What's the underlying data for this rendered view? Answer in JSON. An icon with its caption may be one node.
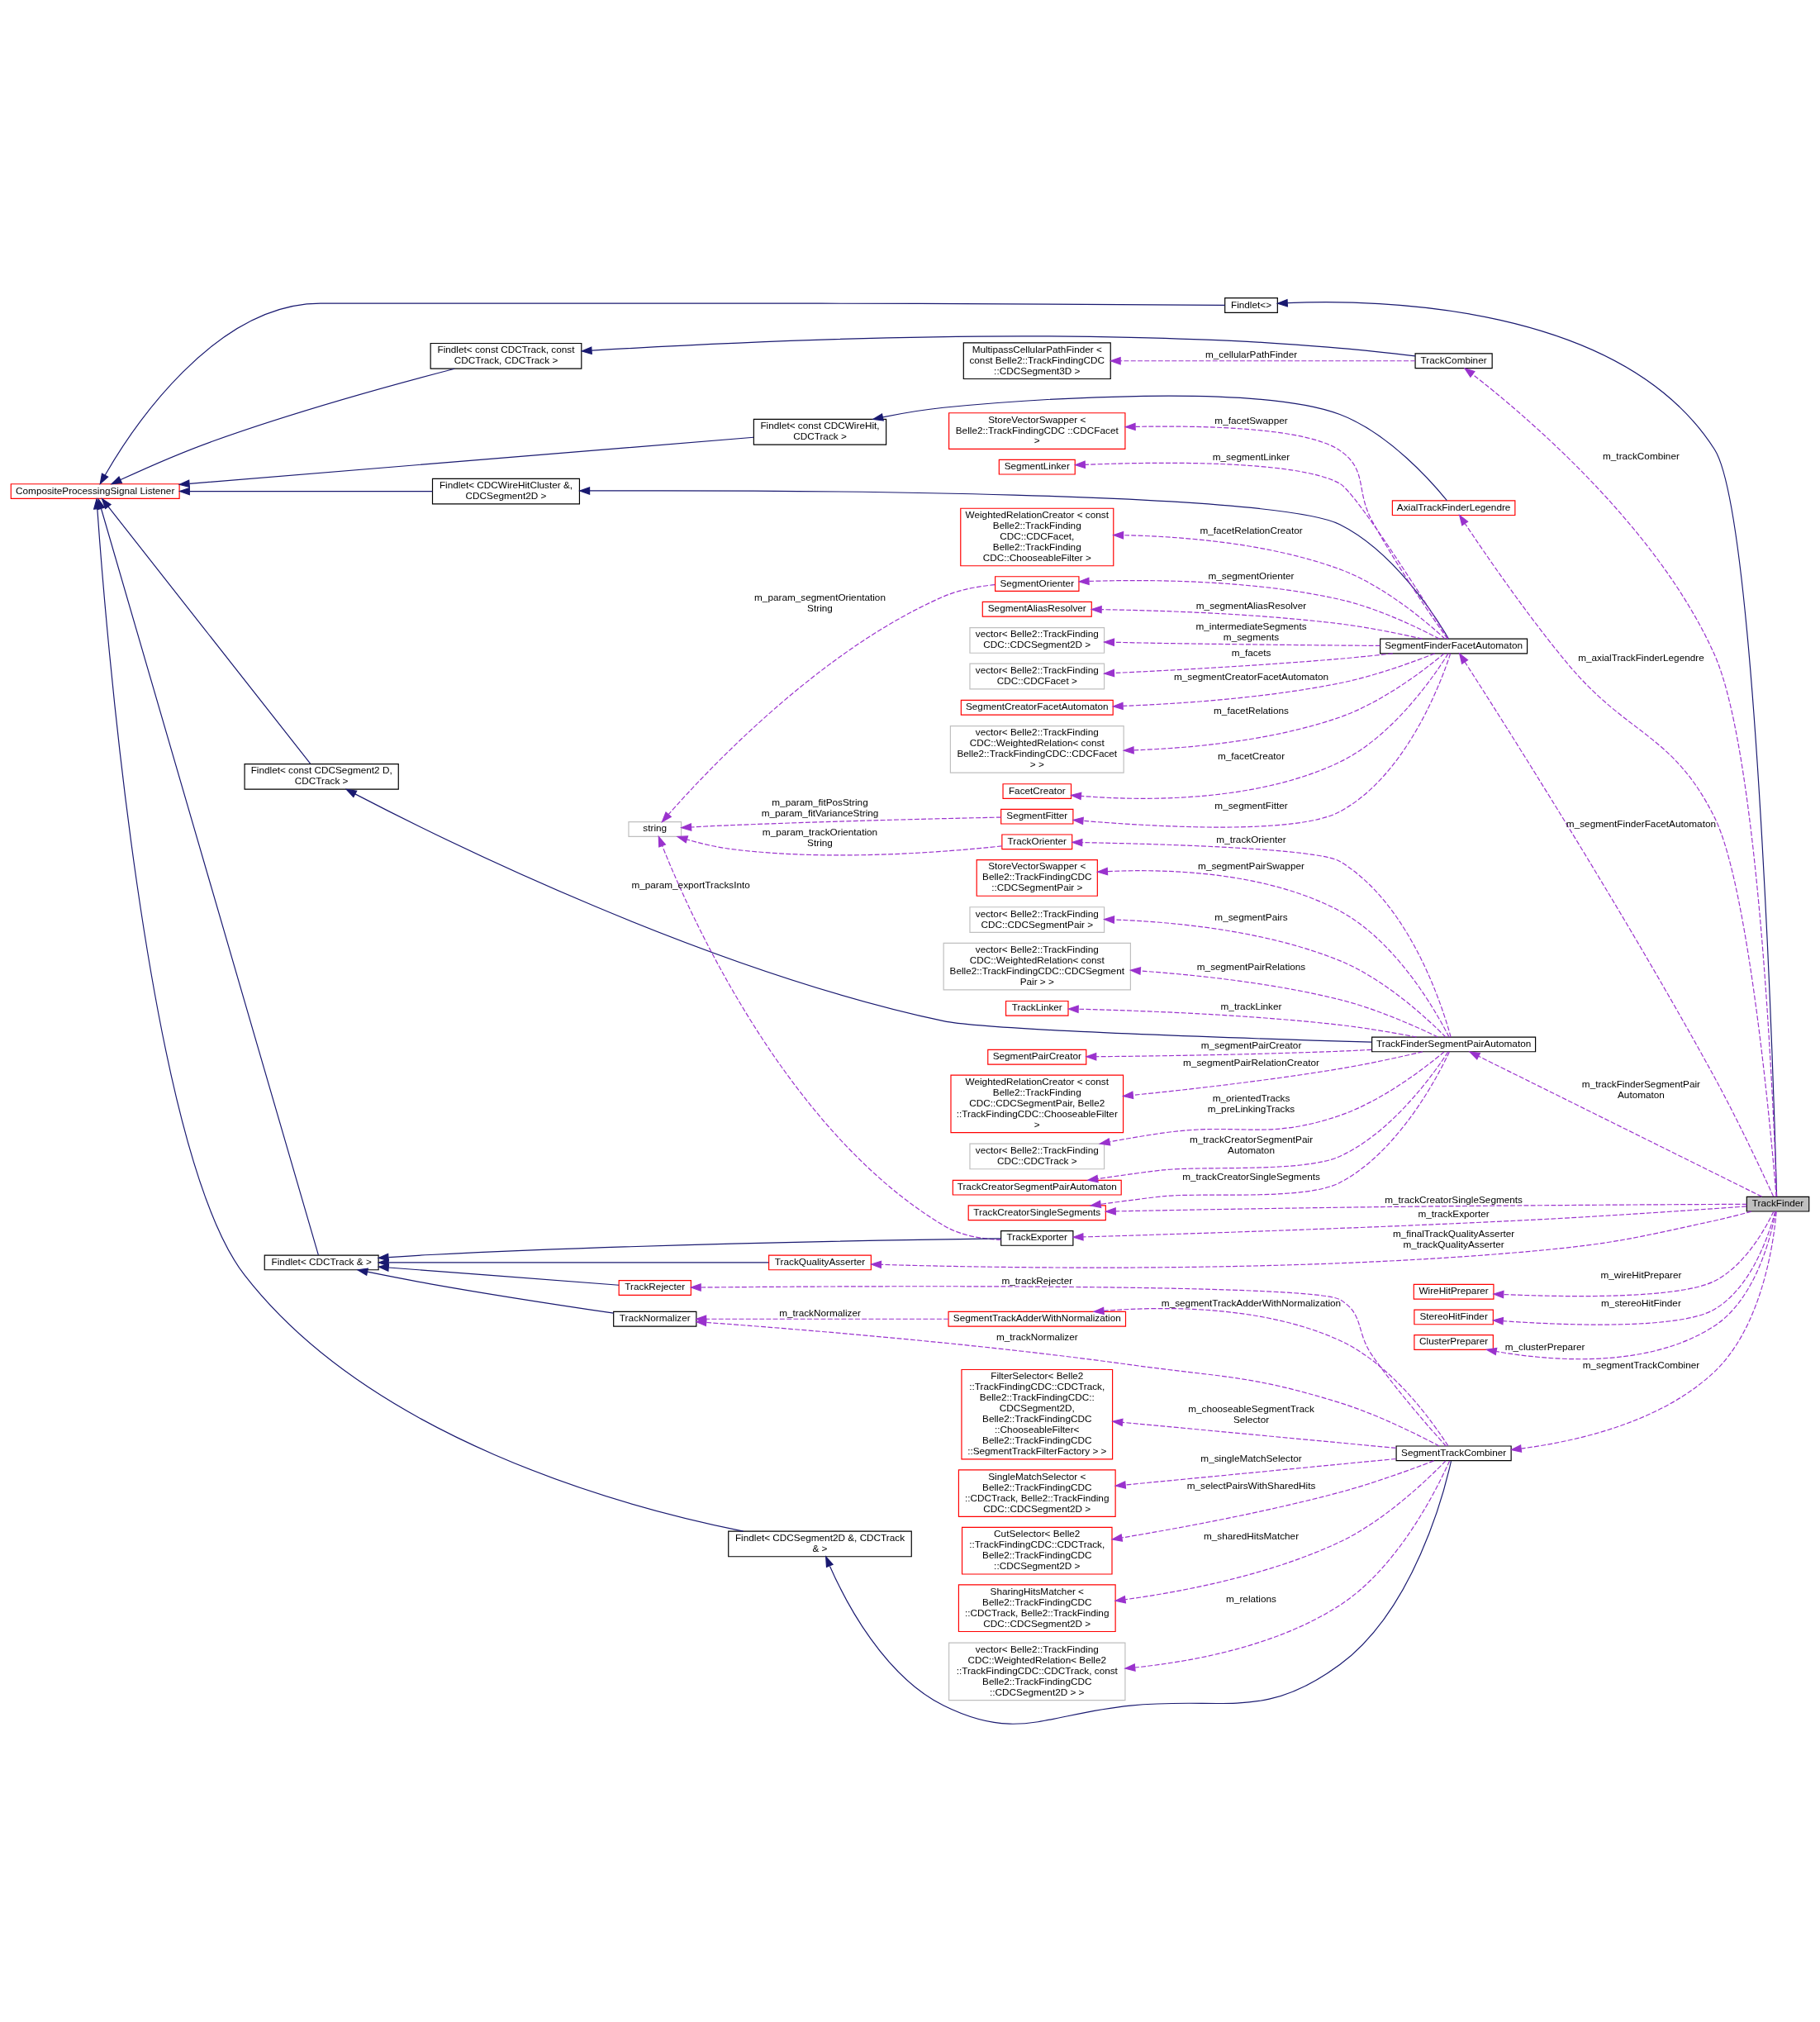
{
  "diagram": {
    "nodes": [
      {
        "text": [
          "Findlet<>"
        ]
      },
      {
        "text": [
          "MultipassCellularPathFinder < const Belle2::TrackFindingCDC ::CDCSegment3D >"
        ]
      },
      {
        "text": [
          "TrackCombiner"
        ]
      },
      {
        "text": [
          "Findlet< const CDCTrack, const CDCTrack, CDCTrack >"
        ]
      },
      {
        "text": [
          "AxialTrackFinderLegendre"
        ]
      },
      {
        "text": [
          "WeightedRelationCreator < const Belle2::TrackFinding CDC::CDCFacet, Belle2::TrackFinding CDC::ChooseableFilter >"
        ]
      },
      {
        "text": [
          "Findlet< const CDCWireHit, CDCTrack >"
        ]
      },
      {
        "text": [
          "CompositeProcessingSignal Listener"
        ]
      },
      {
        "text": [
          "Findlet< CDCWireHitCluster &, CDCSegment2D >"
        ]
      },
      {
        "text": [
          "SegmentAliasResolver"
        ]
      },
      {
        "text": [
          "SegmentOrienter"
        ]
      },
      {
        "text": [
          "vector< Belle2::TrackFinding CDC::CDCSegment2D >"
        ]
      },
      {
        "text": [
          "vector< Belle2::TrackFinding CDC::CDCFacet >"
        ]
      },
      {
        "text": [
          "SegmentCreatorFacetAutomaton"
        ]
      },
      {
        "text": [
          "SegmentFinderFacetAutomaton"
        ]
      },
      {
        "text": [
          "vector< Belle2::TrackFinding CDC::WeightedRelation< const Belle2::TrackFindingCDC::CDCFacet > >"
        ]
      },
      {
        "text": [
          "FacetCreator"
        ]
      },
      {
        "text": [
          "StoreVectorSwapper < Belle2::TrackFindingCDC ::CDCFacet >"
        ]
      },
      {
        "text": [
          "Findlet< const CDCSegment2 D, CDCTrack >"
        ]
      },
      {
        "text": [
          "string"
        ]
      },
      {
        "text": [
          "SegmentLinker"
        ]
      },
      {
        "text": [
          "SegmentFitter"
        ]
      },
      {
        "text": [
          "SegmentPairCreator"
        ]
      },
      {
        "text": [
          "WeightedRelationCreator < const Belle2::TrackFinding CDC::CDCSegmentPair, Belle2 ::TrackFindingCDC::ChooseableFilter >"
        ]
      },
      {
        "text": [
          "vector< Belle2::TrackFinding CDC::CDCTrack >"
        ]
      },
      {
        "text": [
          "TrackCreatorSegmentPairAutomaton"
        ]
      },
      {
        "text": [
          "StoreVectorSwapper < Belle2::TrackFindingCDC ::CDCSegmentPair >"
        ]
      },
      {
        "text": [
          "TrackFinderSegmentPairAutomaton"
        ]
      },
      {
        "text": [
          "vector< Belle2::TrackFinding CDC::CDCSegmentPair >"
        ]
      },
      {
        "text": [
          "vector< Belle2::TrackFinding CDC::WeightedRelation< const Belle2::TrackFindingCDC::CDCSegment Pair > >"
        ]
      },
      {
        "text": [
          "TrackLinker"
        ]
      },
      {
        "text": [
          "TrackCreatorSingleSegments"
        ]
      },
      {
        "text": [
          "TrackOrienter"
        ]
      },
      {
        "text": [
          "TrackFinder"
        ]
      },
      {
        "text": [
          "TrackExporter"
        ]
      },
      {
        "text": [
          "Findlet< CDCSegment2D &, CDCTrack & >"
        ]
      },
      {
        "text": [
          "FilterSelector< Belle2 ::TrackFindingCDC::CDCTrack, Belle2::TrackFindingCDC:: CDCSegment2D, Belle2::TrackFindingCDC ::ChooseableFilter< Belle2::TrackFindingCDC ::SegmentTrackFilterFactory > >"
        ]
      },
      {
        "text": [
          "SingleMatchSelector < Belle2::TrackFindingCDC ::CDCTrack, Belle2::TrackFinding CDC::CDCSegment2D >"
        ]
      },
      {
        "text": [
          "SegmentTrackCombiner"
        ]
      },
      {
        "text": [
          "CutSelector< Belle2 ::TrackFindingCDC::CDCTrack, Belle2::TrackFindingCDC ::CDCSegment2D >"
        ]
      },
      {
        "text": [
          "WireHitPreparer"
        ]
      },
      {
        "text": [
          "StereoHitFinder"
        ]
      },
      {
        "text": [
          "SharingHitsMatcher < Belle2::TrackFindingCDC ::CDCTrack, Belle2::TrackFinding CDC::CDCSegment2D >"
        ]
      },
      {
        "text": [
          "ClusterPreparer"
        ]
      },
      {
        "text": [
          "vector< Belle2::TrackFinding CDC::WeightedRelation< Belle2 ::TrackFindingCDC::CDCTrack, const Belle2::TrackFindingCDC ::CDCSegment2D > >"
        ]
      },
      {
        "text": [
          "Findlet< CDCTrack & >"
        ]
      },
      {
        "text": [
          "TrackNormalizer"
        ]
      },
      {
        "text": [
          "SegmentTrackAdderWithNormalization"
        ]
      },
      {
        "text": [
          "TrackRejecter"
        ]
      },
      {
        "text": [
          "TrackQualityAsserter"
        ]
      }
    ],
    "edges": [
      {
        "from": 0,
        "to": 7,
        "arrow": "to",
        "color": "#191970"
      },
      {
        "from": 3,
        "to": 7,
        "arrow": "to",
        "color": "#191970"
      },
      {
        "from": 6,
        "to": 7,
        "arrow": "to",
        "color": "#191970"
      },
      {
        "from": 8,
        "to": 7,
        "arrow": "to",
        "color": "#191970"
      },
      {
        "from": 18,
        "to": 7,
        "arrow": "to",
        "color": "#191970"
      },
      {
        "from": 35,
        "to": 7,
        "arrow": "to",
        "color": "#191970"
      },
      {
        "from": 45,
        "to": 7,
        "arrow": "to",
        "color": "#191970"
      },
      {
        "from": 33,
        "to": 0,
        "arrow": "to",
        "color": "#191970"
      },
      {
        "from": 2,
        "to": 3,
        "arrow": "to",
        "color": "#191970"
      },
      {
        "from": 4,
        "to": 6,
        "arrow": "to",
        "color": "#191970"
      },
      {
        "from": 14,
        "to": 8,
        "arrow": "to",
        "color": "#191970"
      },
      {
        "from": 27,
        "to": 18,
        "arrow": "to",
        "color": "#191970"
      },
      {
        "from": 38,
        "to": 35,
        "arrow": "to",
        "color": "#191970"
      },
      {
        "from": 34,
        "to": 45,
        "arrow": "to",
        "color": "#191970"
      },
      {
        "from": 46,
        "to": 45,
        "arrow": "to",
        "color": "#191970"
      },
      {
        "from": 48,
        "to": 45,
        "arrow": "to",
        "color": "#191970"
      },
      {
        "from": 49,
        "to": 45,
        "arrow": "to",
        "color": "#191970"
      },
      {
        "from": 2,
        "to": 1,
        "arrow": "to",
        "style": "dashed",
        "label": "m_cellularPathFinder"
      },
      {
        "from": 33,
        "to": 2,
        "arrow": "to",
        "style": "dashed",
        "label": "m_trackCombiner"
      },
      {
        "from": 33,
        "to": 4,
        "arrow": "to",
        "style": "dashed",
        "label": "m_axialTrackFinderLegendre"
      },
      {
        "from": 14,
        "to": 5,
        "arrow": "to",
        "style": "dashed",
        "label": "m_facetRelationCreator"
      },
      {
        "from": 14,
        "to": 9,
        "arrow": "to",
        "style": "dashed",
        "label": "m_segmentAliasResolver"
      },
      {
        "from": 14,
        "to": 10,
        "arrow": "to",
        "style": "dashed",
        "label": "m_segmentOrienter"
      },
      {
        "from": 14,
        "to": 11,
        "arrow": "to",
        "style": "dashed",
        "label": "m_intermediateSegments m_segments"
      },
      {
        "from": 14,
        "to": 12,
        "arrow": "to",
        "style": "dashed",
        "label": "m_facets"
      },
      {
        "from": 14,
        "to": 13,
        "arrow": "to",
        "style": "dashed",
        "label": "m_segmentCreatorFacetAutomaton"
      },
      {
        "from": 14,
        "to": 15,
        "arrow": "to",
        "style": "dashed",
        "label": "m_facetRelations"
      },
      {
        "from": 14,
        "to": 16,
        "arrow": "to",
        "style": "dashed",
        "label": "m_facetCreator"
      },
      {
        "from": 14,
        "to": 17,
        "arrow": "to",
        "style": "dashed",
        "label": "m_facetSwapper"
      },
      {
        "from": 14,
        "to": 20,
        "arrow": "to",
        "style": "dashed",
        "label": "m_segmentLinker"
      },
      {
        "from": 14,
        "to": 21,
        "arrow": "to",
        "style": "dashed",
        "label": "m_segmentFitter"
      },
      {
        "from": 10,
        "to": 19,
        "arrow": "to",
        "style": "dashed",
        "label": "m_param_segmentOrientation String"
      },
      {
        "from": 21,
        "to": 19,
        "arrow": "to",
        "style": "dashed",
        "label": "m_param_fitPosString m_param_fitVarianceString"
      },
      {
        "from": 32,
        "to": 19,
        "arrow": "to",
        "style": "dashed",
        "label": "m_param_trackOrientation String"
      },
      {
        "from": 34,
        "to": 19,
        "arrow": "to",
        "style": "dashed",
        "label": "m_param_exportTracksInto"
      },
      {
        "from": 33,
        "to": 14,
        "arrow": "to",
        "style": "dashed",
        "label": "m_segmentFinderFacetAutomaton"
      },
      {
        "from": 27,
        "to": 22,
        "arrow": "to",
        "style": "dashed",
        "label": "m_segmentPairCreator"
      },
      {
        "from": 27,
        "to": 23,
        "arrow": "to",
        "style": "dashed",
        "label": "m_segmentPairRelationCreator"
      },
      {
        "from": 27,
        "to": 24,
        "arrow": "to",
        "style": "dashed",
        "label": "m_orientedTracks m_preLinkingTracks"
      },
      {
        "from": 27,
        "to": 25,
        "arrow": "to",
        "style": "dashed",
        "label": "m_trackCreatorSegmentPair Automaton"
      },
      {
        "from": 27,
        "to": 26,
        "arrow": "to",
        "style": "dashed",
        "label": "m_segmentPairSwapper"
      },
      {
        "from": 27,
        "to": 28,
        "arrow": "to",
        "style": "dashed",
        "label": "m_segmentPairs"
      },
      {
        "from": 27,
        "to": 29,
        "arrow": "to",
        "style": "dashed",
        "label": "m_segmentPairRelations"
      },
      {
        "from": 27,
        "to": 30,
        "arrow": "to",
        "style": "dashed",
        "label": "m_trackLinker"
      },
      {
        "from": 27,
        "to": 31,
        "arrow": "to",
        "style": "dashed",
        "label": "m_trackCreatorSingleSegments"
      },
      {
        "from": 27,
        "to": 32,
        "arrow": "to",
        "style": "dashed",
        "label": "m_trackOrienter"
      },
      {
        "from": 33,
        "to": 27,
        "arrow": "to",
        "style": "dashed",
        "label": "m_trackFinderSegmentPair Automaton"
      },
      {
        "from": 33,
        "to": 31,
        "arrow": "to",
        "style": "dashed",
        "label": "m_trackCreatorSingleSegments"
      },
      {
        "from": 33,
        "to": 34,
        "arrow": "to",
        "style": "dashed",
        "label": "m_trackExporter"
      },
      {
        "from": 33,
        "to": 38,
        "arrow": "to",
        "style": "dashed",
        "label": "m_segmentTrackCombiner"
      },
      {
        "from": 38,
        "to": 36,
        "arrow": "to",
        "style": "dashed",
        "label": "m_chooseableSegmentTrack Selector"
      },
      {
        "from": 38,
        "to": 37,
        "arrow": "to",
        "style": "dashed",
        "label": "m_singleMatchSelector"
      },
      {
        "from": 38,
        "to": 39,
        "arrow": "to",
        "style": "dashed",
        "label": "m_selectPairsWithSharedHits"
      },
      {
        "from": 38,
        "to": 42,
        "arrow": "to",
        "style": "dashed",
        "label": "m_sharedHitsMatcher"
      },
      {
        "from": 38,
        "to": 44,
        "arrow": "to",
        "style": "dashed",
        "label": "m_relations"
      },
      {
        "from": 38,
        "to": 47,
        "arrow": "to",
        "style": "dashed",
        "label": "m_segmentTrackAdderWithNormalization"
      },
      {
        "from": 47,
        "to": 46,
        "arrow": "to",
        "style": "dashed",
        "label": "m_trackNormalizer"
      },
      {
        "from": 38,
        "to": 46,
        "arrow": "to",
        "style": "dashed",
        "label": "m_trackNormalizer"
      },
      {
        "from": 38,
        "to": 48,
        "arrow": "to",
        "style": "dashed",
        "label": "m_trackRejecter"
      },
      {
        "from": 33,
        "to": 49,
        "arrow": "to",
        "style": "dashed",
        "label": "m_finalTrackQualityAsserter m_trackQualityAsserter"
      },
      {
        "from": 33,
        "to": 40,
        "arrow": "to",
        "style": "dashed",
        "label": "m_wireHitPreparer"
      },
      {
        "from": 33,
        "to": 41,
        "arrow": "to",
        "style": "dashed",
        "label": "m_stereoHitFinder"
      },
      {
        "from": 33,
        "to": 43,
        "arrow": "to",
        "style": "dashed",
        "label": "m_clusterPreparer"
      }
    ]
  }
}
